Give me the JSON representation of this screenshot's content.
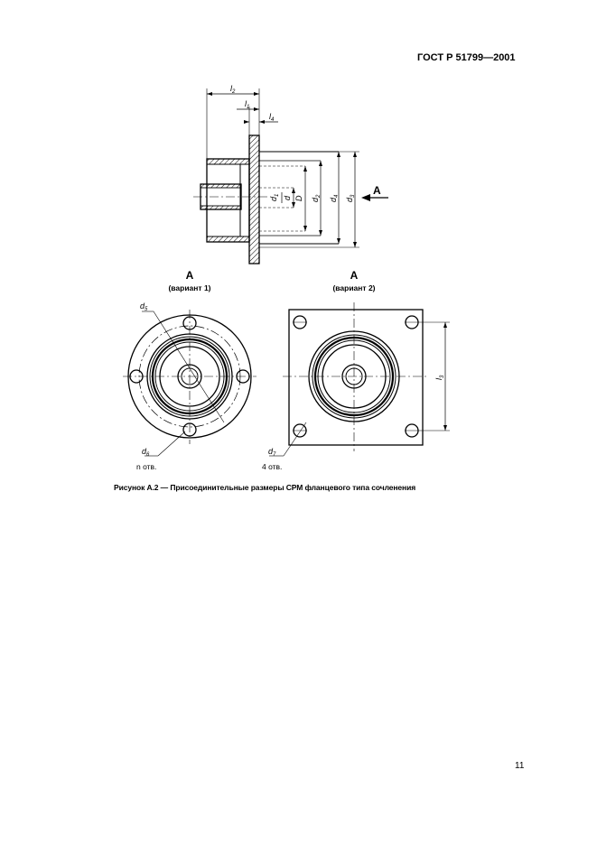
{
  "header": {
    "doc_code": "ГОСТ Р 51799—2001"
  },
  "figure": {
    "caption": "Рисунок А.2 — Присоединительные размеры СРМ фланцевого типа сочленения",
    "side_view": {
      "dim_l2": "l",
      "dim_l2_sub": "2",
      "dim_l1": "l",
      "dim_l1_sub": "1",
      "dim_l4": "l",
      "dim_l4_sub": "4",
      "dim_d1": "d",
      "dim_d1_sub": "1",
      "dim_d": "d",
      "dim_D": "D",
      "dim_d2": "d",
      "dim_d2_sub": "2",
      "dim_d4": "d",
      "dim_d4_sub": "4",
      "dim_d3": "d",
      "dim_d3_sub": "3",
      "view_arrow_label": "А"
    },
    "view1": {
      "letter": "А",
      "variant": "(вариант 1)",
      "dim_d5": "d",
      "dim_d5_sub": "5",
      "dim_d6": "d",
      "dim_d6_sub": "6",
      "holes": "n отв."
    },
    "view2": {
      "letter": "А",
      "variant": "(вариант 2)",
      "dim_l3": "l",
      "dim_l3_sub": "3",
      "dim_d7": "d",
      "dim_d7_sub": "7",
      "holes": "4 отв."
    }
  },
  "footer": {
    "page_number": "11"
  }
}
